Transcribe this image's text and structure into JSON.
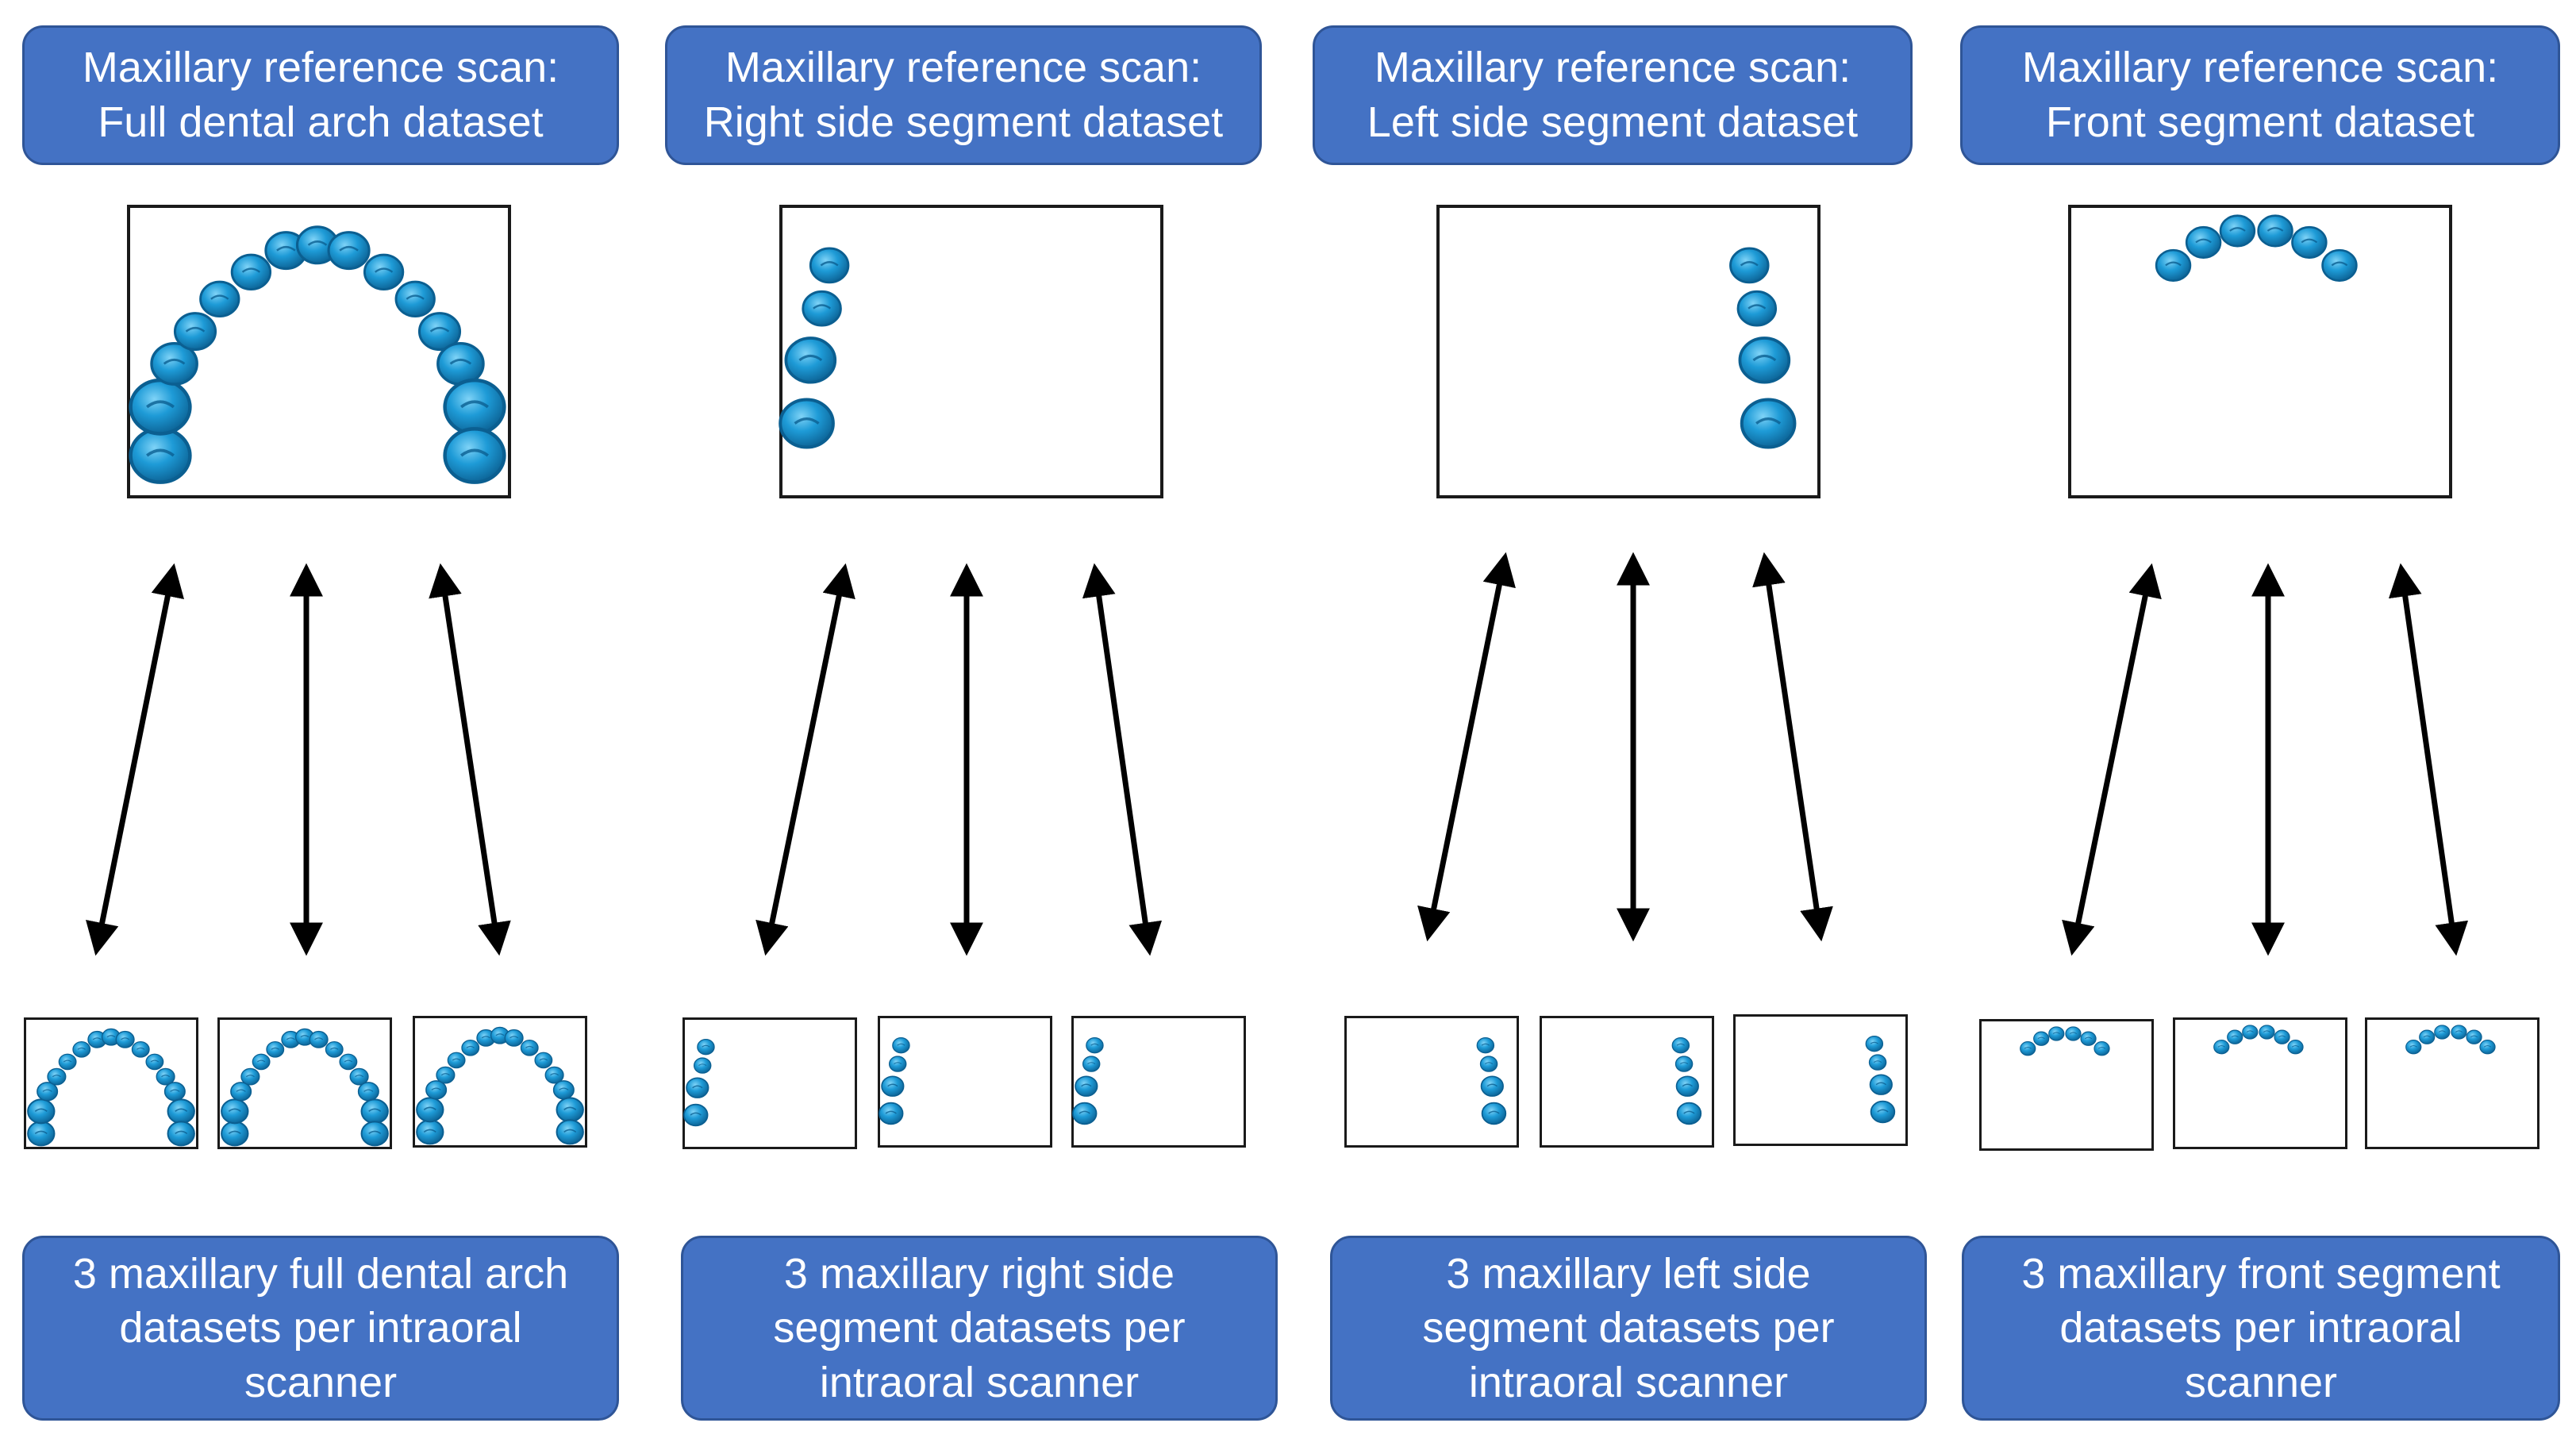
{
  "columns": [
    {
      "id": "full",
      "top_lines": [
        "Maxillary reference scan:",
        "Full dental arch dataset"
      ],
      "bottom_lines": [
        "3 maxillary full dental arch",
        "datasets per intraoral",
        "scanner"
      ]
    },
    {
      "id": "right",
      "top_lines": [
        "Maxillary reference scan:",
        "Right side segment dataset"
      ],
      "bottom_lines": [
        "3 maxillary right side",
        "segment datasets per",
        "intraoral scanner"
      ]
    },
    {
      "id": "left",
      "top_lines": [
        "Maxillary reference scan:",
        "Left side segment dataset"
      ],
      "bottom_lines": [
        "3 maxillary left side",
        "segment datasets per",
        "intraoral scanner"
      ]
    },
    {
      "id": "front",
      "top_lines": [
        "Maxillary reference scan:",
        "Front segment dataset"
      ],
      "bottom_lines": [
        "3 maxillary front segment",
        "datasets per intraoral",
        "scanner"
      ]
    }
  ],
  "colors": {
    "box_fill": "#4472C4",
    "box_border": "#2F5597",
    "box_text": "#FFFFFF",
    "tooth": "#1E9BD7",
    "tooth_dark": "#0B5F91",
    "arrow": "#000000"
  }
}
